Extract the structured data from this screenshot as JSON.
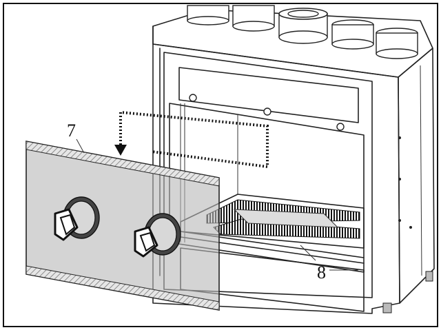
{
  "diagram": {
    "callouts": [
      {
        "id": "glass-panel",
        "label": "7"
      },
      {
        "id": "burner-tray",
        "label": "8"
      }
    ]
  },
  "colors": {
    "outline": "#222222",
    "glass_tint": "#b7b7b7",
    "hatch": "#9a9a9a",
    "background": "#ffffff",
    "frame_border": "#111111"
  }
}
